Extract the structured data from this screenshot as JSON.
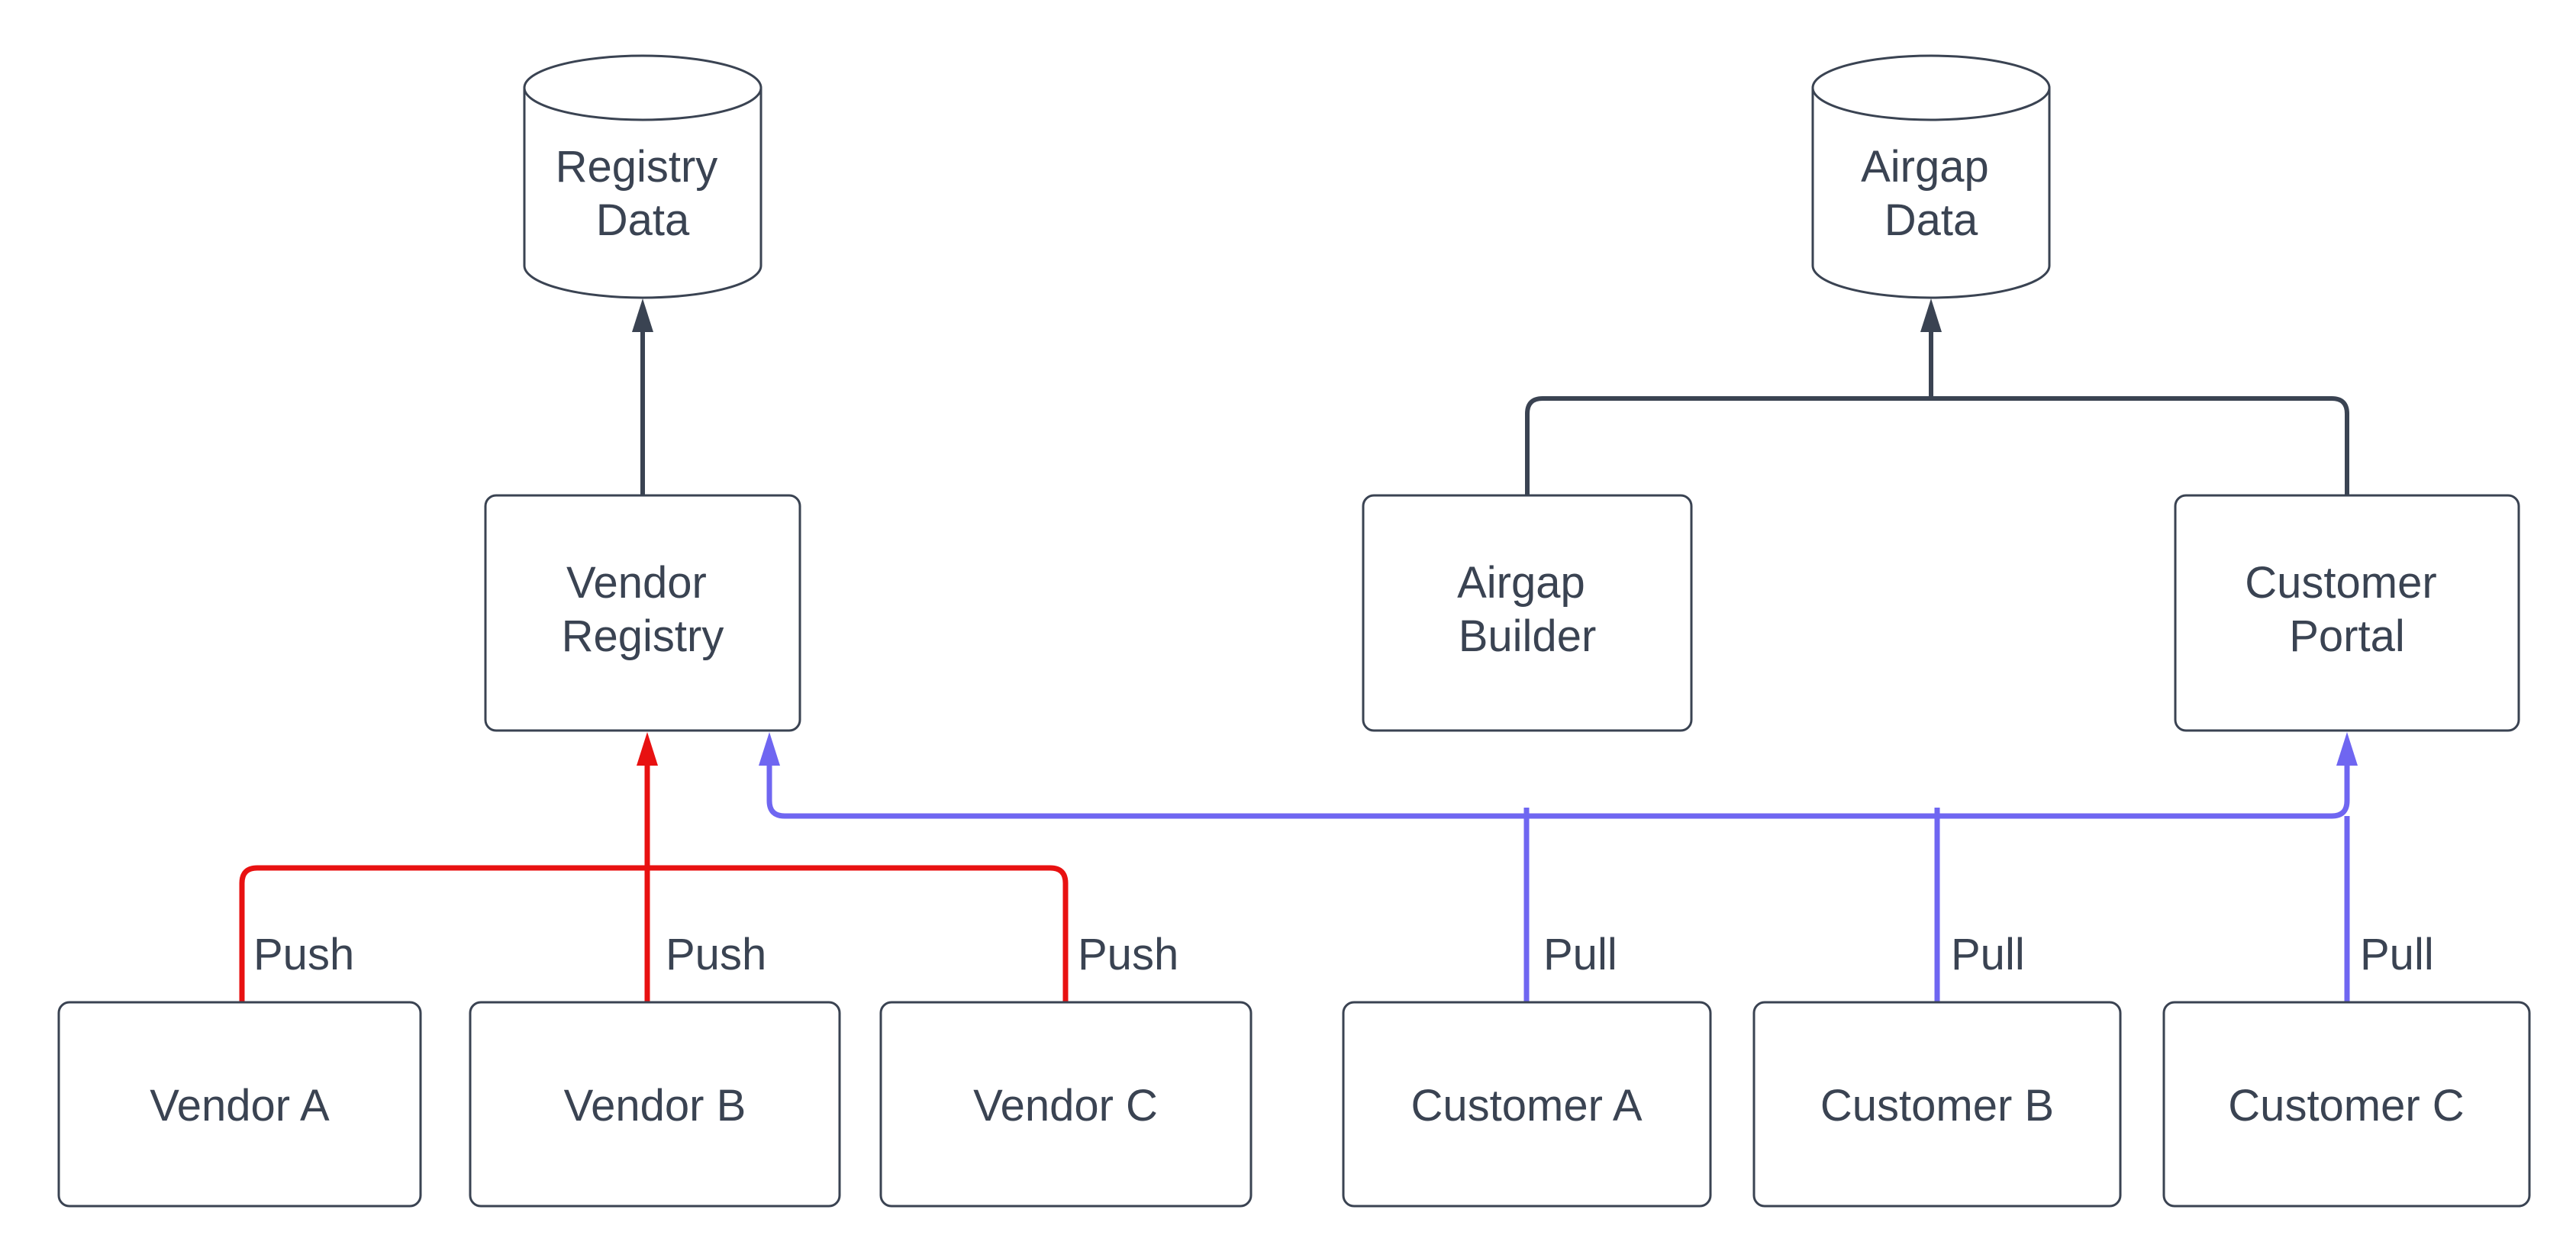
{
  "diagram": {
    "background": "#ffffff",
    "colors": {
      "ink": "#3a4352",
      "push": "#e81111",
      "pull": "#6f66f1",
      "node_fill": "#ffffff"
    },
    "nodes": {
      "registry_data": {
        "shape": "cylinder",
        "lines": [
          "Registry",
          "Data"
        ]
      },
      "airgap_data": {
        "shape": "cylinder",
        "lines": [
          "Airgap",
          "Data"
        ]
      },
      "vendor_registry": {
        "shape": "rect",
        "lines": [
          "Vendor",
          "Registry"
        ]
      },
      "airgap_builder": {
        "shape": "rect",
        "lines": [
          "Airgap",
          "Builder"
        ]
      },
      "customer_portal": {
        "shape": "rect",
        "lines": [
          "Customer",
          "Portal"
        ]
      },
      "vendor_a": {
        "shape": "rect",
        "lines": [
          "Vendor A"
        ]
      },
      "vendor_b": {
        "shape": "rect",
        "lines": [
          "Vendor B"
        ]
      },
      "vendor_c": {
        "shape": "rect",
        "lines": [
          "Vendor C"
        ]
      },
      "customer_a": {
        "shape": "rect",
        "lines": [
          "Customer A"
        ]
      },
      "customer_b": {
        "shape": "rect",
        "lines": [
          "Customer B"
        ]
      },
      "customer_c": {
        "shape": "rect",
        "lines": [
          "Customer C"
        ]
      }
    },
    "edges": [
      {
        "from": "vendor_a",
        "to": "vendor_registry",
        "label": "Push",
        "color": "push"
      },
      {
        "from": "vendor_b",
        "to": "vendor_registry",
        "label": "Push",
        "color": "push"
      },
      {
        "from": "vendor_c",
        "to": "vendor_registry",
        "label": "Push",
        "color": "push"
      },
      {
        "from": "customer_a",
        "to": "customer_portal",
        "label": "Pull",
        "color": "pull"
      },
      {
        "from": "customer_b",
        "to": "customer_portal",
        "label": "Pull",
        "color": "pull"
      },
      {
        "from": "customer_c",
        "to": "customer_portal",
        "label": "Pull",
        "color": "pull"
      },
      {
        "from": "vendor_registry",
        "to": "registry_data",
        "label": "",
        "color": "ink"
      },
      {
        "from": "airgap_builder",
        "to": "airgap_data",
        "label": "",
        "color": "ink"
      },
      {
        "from": "customer_portal",
        "to": "airgap_data",
        "label": "",
        "color": "ink"
      }
    ]
  }
}
